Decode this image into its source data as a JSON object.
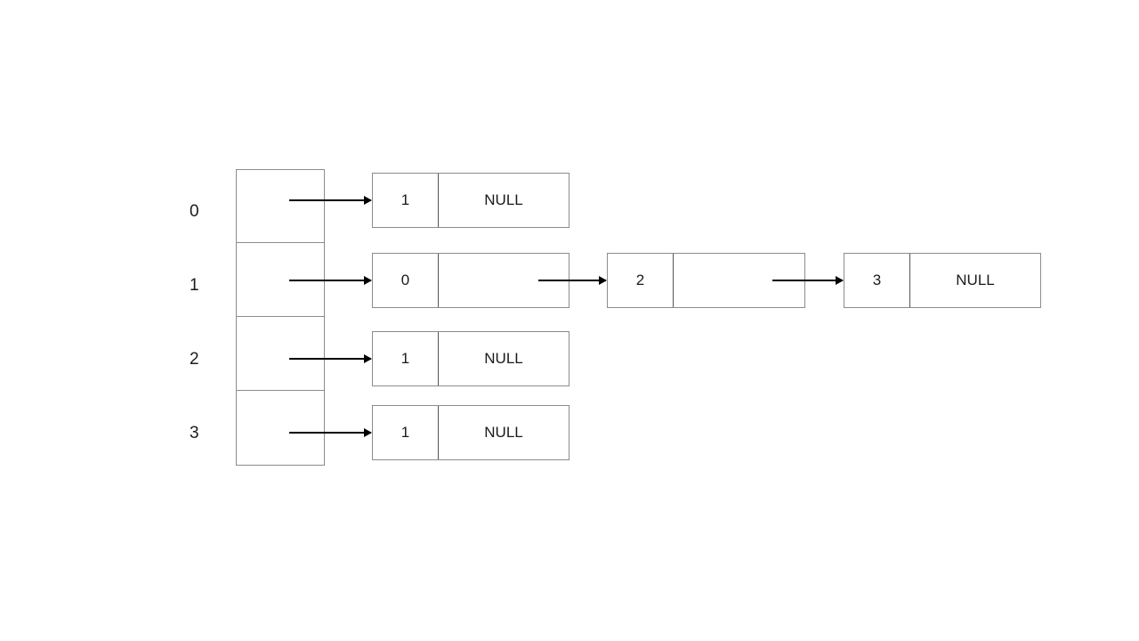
{
  "diagram": {
    "title": "hash-table-separate-chaining",
    "background_color": "#ffffff",
    "line_color": "#8c8c8c",
    "text_color": "#1a1a1a",
    "arrow_color": "#000000",
    "null_label": "NULL",
    "buckets": [
      {
        "index": "0",
        "nodes": [
          {
            "key": "1",
            "value": "NULL"
          }
        ]
      },
      {
        "index": "1",
        "nodes": [
          {
            "key": "0",
            "value": ""
          },
          {
            "key": "2",
            "value": ""
          },
          {
            "key": "3",
            "value": "NULL"
          }
        ]
      },
      {
        "index": "2",
        "nodes": [
          {
            "key": "1",
            "value": "NULL"
          }
        ]
      },
      {
        "index": "3",
        "nodes": [
          {
            "key": "1",
            "value": "NULL"
          }
        ]
      }
    ]
  }
}
